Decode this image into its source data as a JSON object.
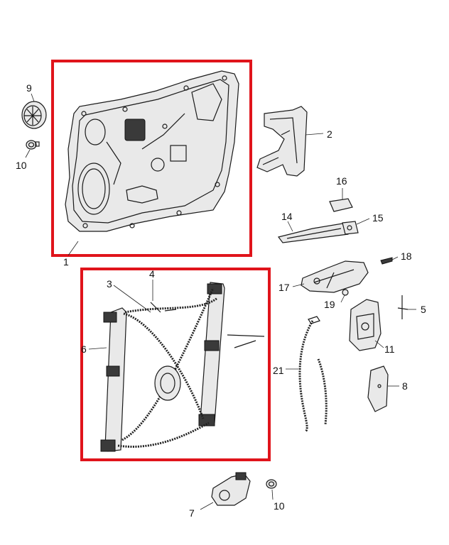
{
  "highlight_color": "#e0141b",
  "callouts": {
    "p1": "1",
    "p2": "2",
    "p3": "3",
    "p4": "4",
    "p5": "5",
    "p6": "6",
    "p7": "7",
    "p8": "8",
    "p9": "9",
    "p10a": "10",
    "p10b": "10",
    "p11": "11",
    "p14": "14",
    "p15": "15",
    "p16": "16",
    "p17": "17",
    "p18": "18",
    "p19": "19",
    "p21": "21"
  }
}
